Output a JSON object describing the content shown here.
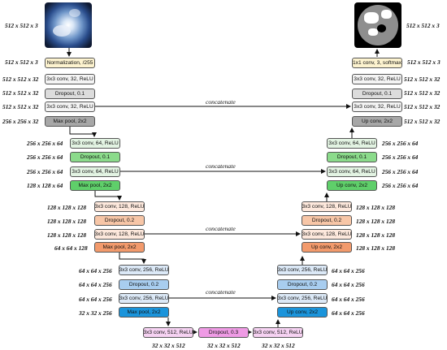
{
  "input_image_label": "512 x 512 x 3",
  "output_image_label": "512 x 512 x 3",
  "concat_label": "concatenate",
  "encoder": [
    {
      "dims": [
        "512 x 512 x 3",
        "512 x 512 x 32",
        "512 x 512 x 32",
        "512 x 512 x 32",
        "256 x 256 x 32"
      ],
      "blocks": [
        "Normalization, /255",
        "3x3 conv, 32, ReLU",
        "Dropout, 0.1",
        "3x3 conv, 32, ReLU",
        "Max pool, 2x2"
      ]
    },
    {
      "dims": [
        "256 x 256 x 64",
        "256 x 256 x 64",
        "256 x 256 x 64",
        "128 x 128 x 64"
      ],
      "blocks": [
        "3x3 conv, 64, ReLU",
        "Dropout, 0.1",
        "3x3 conv, 64, ReLU",
        "Max pool, 2x2"
      ]
    },
    {
      "dims": [
        "128 x 128 x 128",
        "128 x 128 x 128",
        "128 x 128 x 128",
        "64 x 64 x 128"
      ],
      "blocks": [
        "3x3 conv, 128, ReLU",
        "Dropout, 0.2",
        "3x3 conv, 128, ReLU",
        "Max pool, 2x2"
      ]
    },
    {
      "dims": [
        "64 x 64 x 256",
        "64 x 64 x 256",
        "64 x 64 x 256",
        "32 x 32 x 256"
      ],
      "blocks": [
        "3x3 conv, 256, ReLU",
        "Dropout, 0.2",
        "3x3 conv, 256, ReLU",
        "Max pool, 2x2"
      ]
    }
  ],
  "bottleneck": {
    "blocks": [
      "3x3 conv, 512, ReLU",
      "Dropout, 0.3",
      "3x3 conv, 512, ReLU"
    ],
    "dims": [
      "32 x 32 x 512",
      "32 x 32 x 512",
      "32 x 32 x 512"
    ]
  },
  "decoder": [
    {
      "blocks": [
        "1x1 conv, 3, softmax",
        "3x3 conv, 32, ReLU",
        "Dropout, 0.1",
        "3x3 conv, 32, ReLU",
        "Up conv, 2x2"
      ],
      "dims": [
        "512 x 512 x 3",
        "512 x 512 x 32",
        "512 x 512 x 32",
        "512 x 512 x 32",
        "512 x 512 x 32"
      ]
    },
    {
      "blocks": [
        "3x3 conv, 64, ReLU",
        "Dropout, 0.1",
        "3x3 conv, 64, ReLU",
        "Up conv, 2x2"
      ],
      "dims": [
        "256 x 256 x 64",
        "256 x 256 x 64",
        "256 x 256 x 64",
        "256 x 256 x 64"
      ]
    },
    {
      "blocks": [
        "3x3 conv, 128, ReLU",
        "Dropout, 0.2",
        "3x3 conv, 128, ReLU",
        "Up conv, 2x2"
      ],
      "dims": [
        "128 x 128 x 128",
        "128 x 128 x 128",
        "128 x 128 x 128",
        "128 x 128 x 128"
      ]
    },
    {
      "blocks": [
        "3x3 conv, 256, ReLU",
        "Dropout, 0.2",
        "3x3 conv, 256, ReLU",
        "Up conv, 2x2"
      ],
      "dims": [
        "64 x 64 x 256",
        "64 x 64 x 256",
        "64 x 64 x 256",
        "64 x 64 x 256"
      ]
    }
  ]
}
